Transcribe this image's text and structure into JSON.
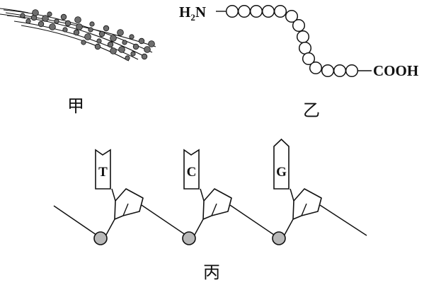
{
  "labels": {
    "jia": "甲",
    "yi": "乙",
    "bing": "丙"
  },
  "peptide": {
    "n_terminus_h": "H",
    "n_terminus_sub": "2",
    "n_terminus_rest": "N",
    "c_terminus": "COOH"
  },
  "nucleotides": [
    {
      "base": "T",
      "shape": "notch"
    },
    {
      "base": "C",
      "shape": "notch"
    },
    {
      "base": "G",
      "shape": "point"
    }
  ],
  "colors": {
    "stroke": "#111111",
    "phosphate_fill": "#b8b8b8",
    "bead_fill": "#6e6e6e"
  }
}
